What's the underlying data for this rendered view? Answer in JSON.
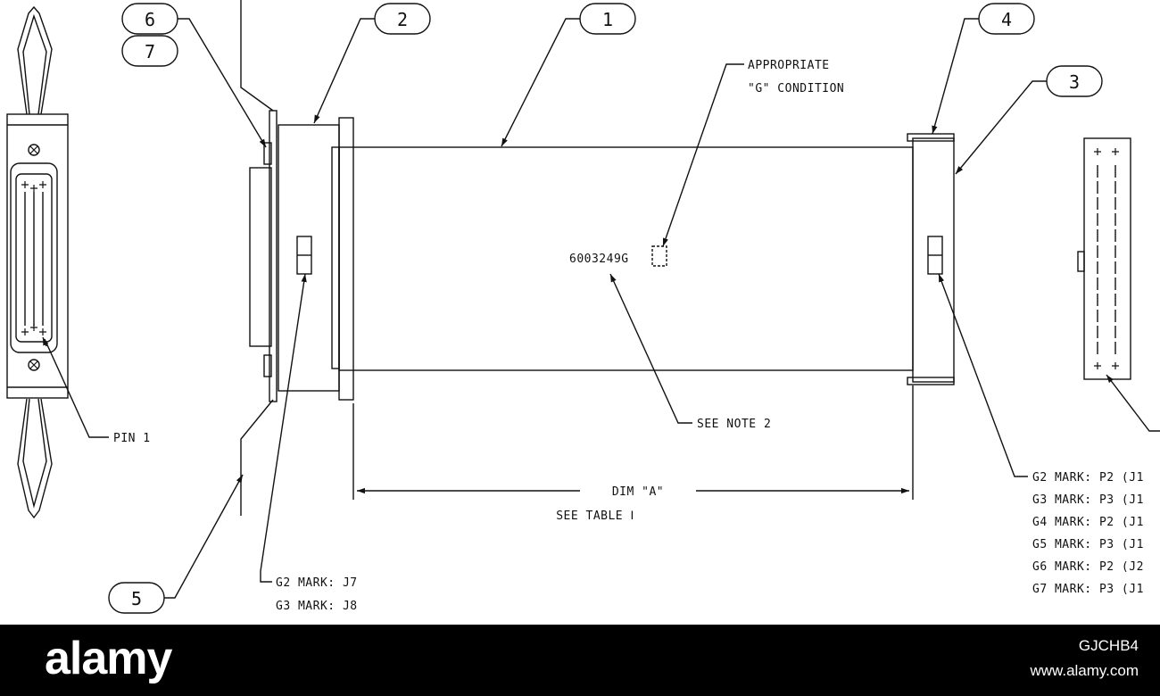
{
  "balloons": {
    "b1": "1",
    "b2": "2",
    "b3": "3",
    "b4": "4",
    "b5": "5",
    "b6": "6",
    "b7": "7"
  },
  "labels": {
    "pin1": "PIN 1",
    "part_number": "6003249G",
    "appropriate_line1": "APPROPRIATE",
    "appropriate_line2": "\"G\" CONDITION",
    "see_note": "SEE NOTE 2",
    "dim_a": "DIM \"A\"",
    "see_table": "SEE TABLE Ⅰ"
  },
  "left_marks": [
    "G2 MARK: J7",
    "G3 MARK: J8"
  ],
  "right_marks": [
    "G2 MARK: P2 (J1",
    "G3 MARK: P3 (J1",
    "G4 MARK: P2 (J1",
    "G5 MARK: P3 (J1",
    "G6 MARK: P2 (J2",
    "G7 MARK: P3 (J1"
  ],
  "footer": {
    "logo": "alamy",
    "image_id": "GJCHB4",
    "site": "www.alamy.com"
  },
  "colors": {
    "line": "#111111",
    "background": "#ffffff",
    "banner": "#000000",
    "banner_text": "#ffffff"
  }
}
